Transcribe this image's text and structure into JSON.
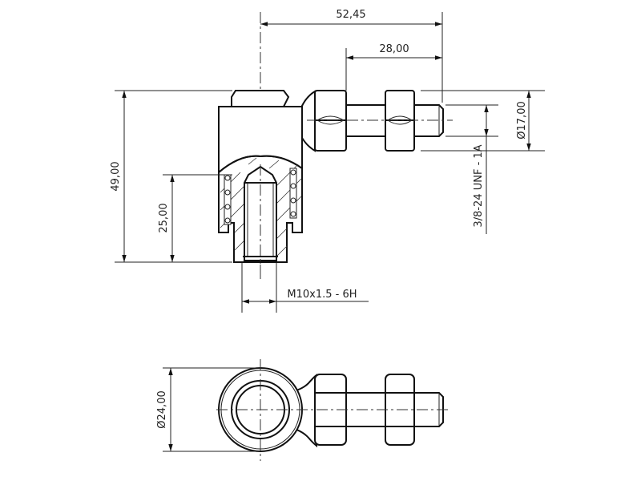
{
  "drawing": {
    "dimensions": {
      "overall_length": "52,45",
      "stud_length": "28,00",
      "overall_height": "49,00",
      "thread_depth": "25,00",
      "internal_thread": "M10x1.5 - 6H",
      "nut_diameter": "Ø17,00",
      "external_thread": "3/8-24 UNF - 1A",
      "eye_diameter": "Ø24,00"
    },
    "line_color": "#111111"
  }
}
